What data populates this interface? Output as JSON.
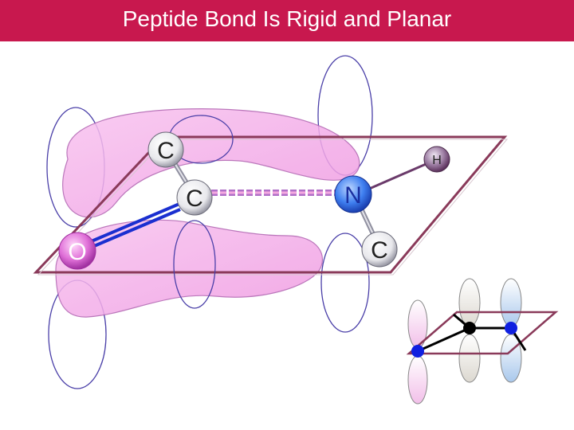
{
  "title": "Peptide Bond Is Rigid and Planar",
  "colors": {
    "title_bar": "#c8184e",
    "title_text": "#ffffff",
    "plane_stroke": "#8a3a5a",
    "lobe_fill": "#f6b0ec",
    "lobe_stroke": "#b060b0",
    "orbital_outline": "#4a3fa8",
    "bond_double": "#1a2fd0",
    "partial_bond": "#e070c0",
    "oxygen": "#e070d8",
    "nitrogen": "#1f63e0",
    "hydrogen": "#6a3a6a"
  },
  "atoms": {
    "c_alpha_top": "C",
    "c_carbonyl": "C",
    "nitrogen": "N",
    "hydrogen": "H",
    "oxygen": "O",
    "c_alpha_bottom": "C"
  },
  "icons": {
    "inset": "pi-orbital-inset-icon"
  }
}
